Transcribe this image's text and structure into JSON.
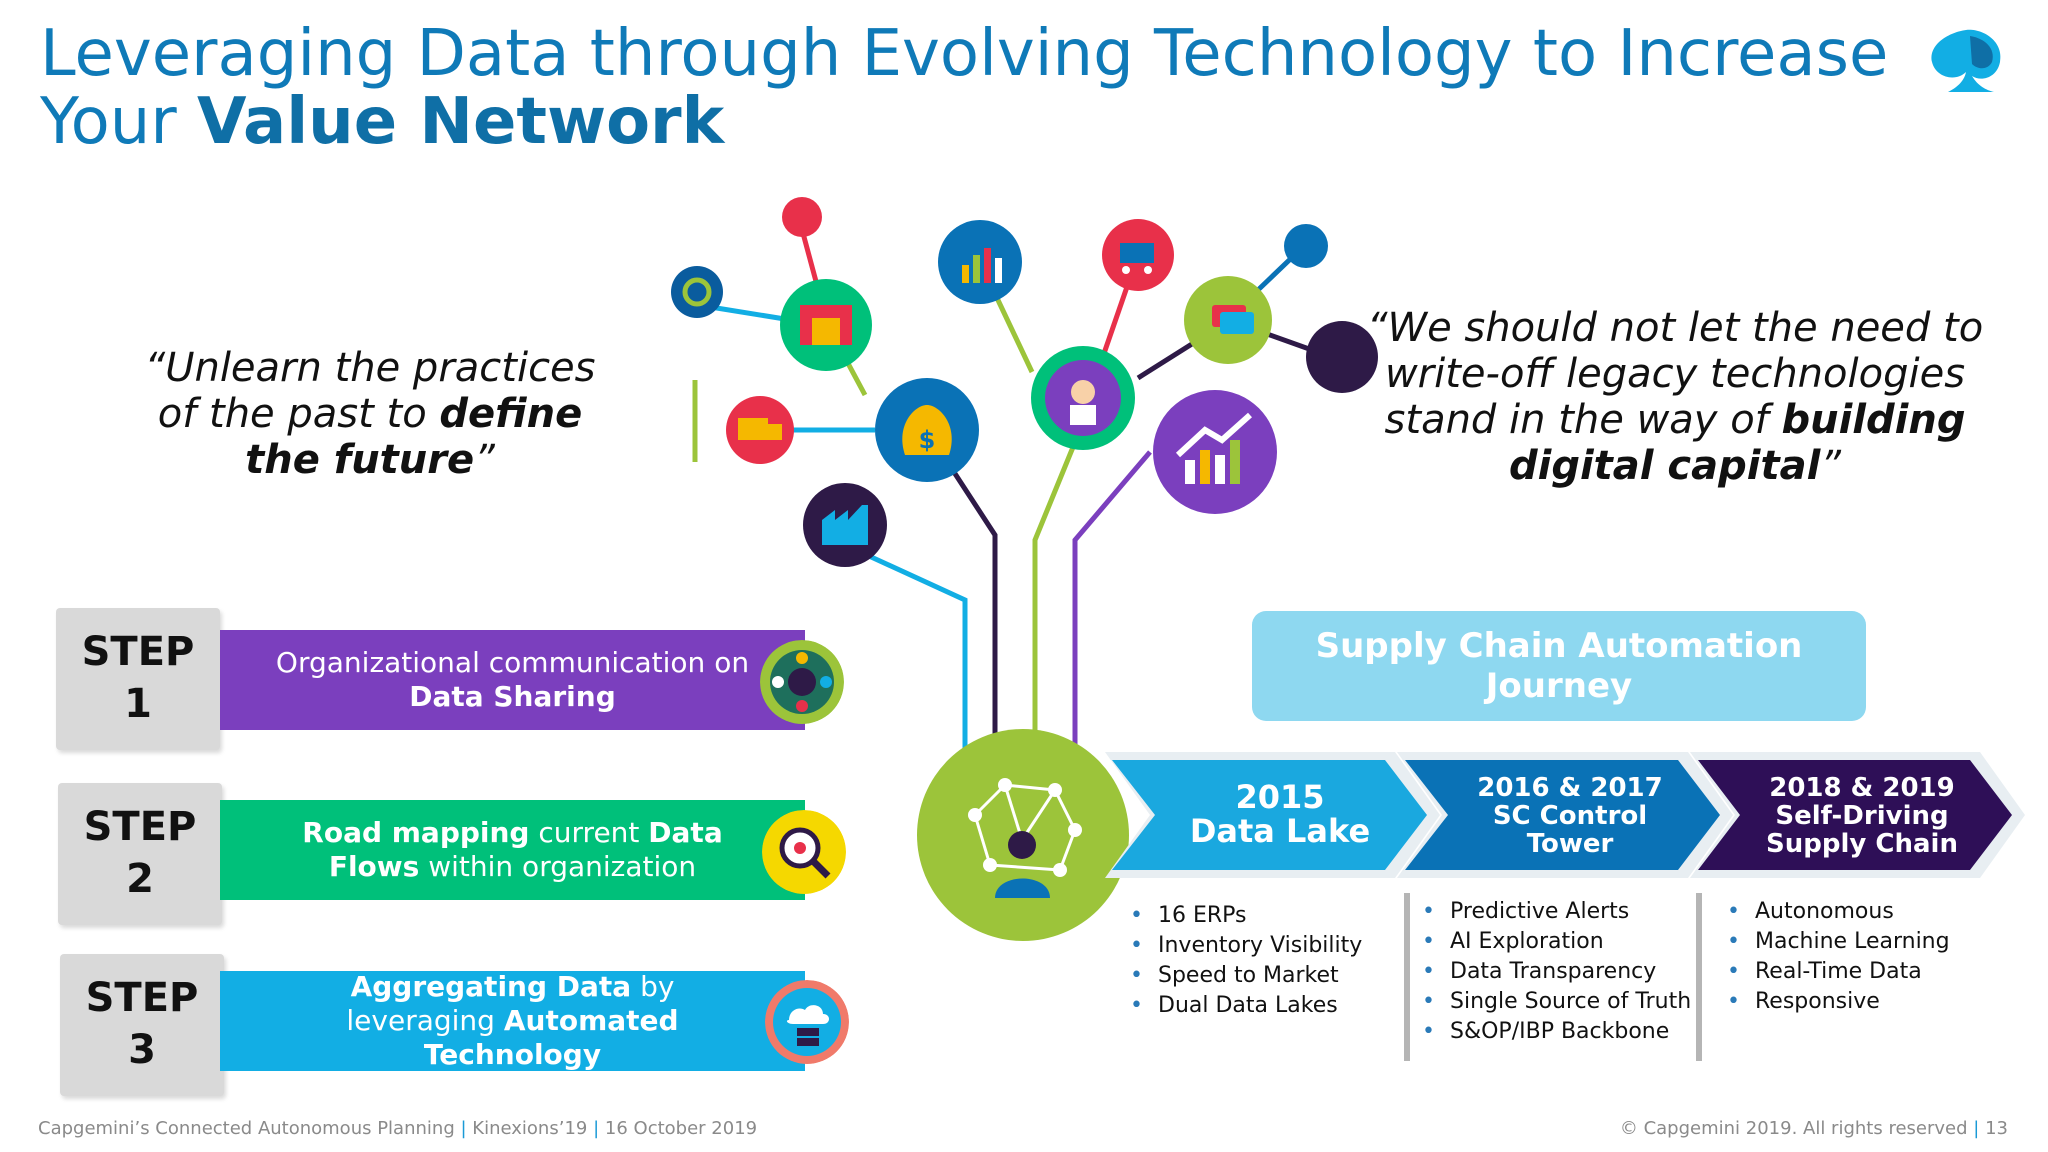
{
  "title": {
    "line1": "Leveraging Data through Evolving Technology to Increase",
    "line2_plain": "Your ",
    "line2_bold": "Value Network"
  },
  "quote_left": {
    "part1": "“Unlearn the practices of the past to ",
    "bold": "define the future",
    "end": "”"
  },
  "quote_right": {
    "part1": "“We should not let the need to write-off legacy technologies stand in the way of ",
    "bold": "building digital capital",
    "end": "”"
  },
  "steps": [
    {
      "label": "STEP",
      "num": "1"
    },
    {
      "label": "STEP",
      "num": "2"
    },
    {
      "label": "STEP",
      "num": "3"
    }
  ],
  "bands": [
    {
      "a": "Organizational communication on ",
      "b": "Data Sharing",
      "c": "",
      "d": "",
      "e": "",
      "color": "#7b3fbe"
    },
    {
      "a": "Road mapping",
      "b": " current ",
      "c": "Data Flows",
      "d": " within organization",
      "e": "",
      "color": "#00c07a"
    },
    {
      "a": "Aggregating Data",
      "b": " by leveraging ",
      "c": "Automated Technology",
      "d": "",
      "e": "",
      "color": "#12aee4"
    }
  ],
  "journey": {
    "line1": "Supply Chain Automation",
    "line2": "Journey"
  },
  "phases": [
    {
      "line1": "2015",
      "line2": "Data Lake",
      "line3": "",
      "color": "#1aa8df",
      "bullets": [
        "16 ERPs",
        "Inventory Visibility",
        "Speed to Market",
        "Dual Data Lakes"
      ]
    },
    {
      "line1": "2016 & 2017",
      "line2": "SC Control",
      "line3": "Tower",
      "color": "#0a72b6",
      "bullets": [
        "Predictive Alerts",
        "AI Exploration",
        "Data Transparency",
        "Single Source of Truth",
        "S&OP/IBP Backbone"
      ]
    },
    {
      "line1": "2018 & 2019",
      "line2": "Self-Driving",
      "line3": "Supply Chain",
      "color": "#2e0f57",
      "bullets": [
        "Autonomous",
        "Machine Learning",
        "Real-Time Data",
        "Responsive"
      ]
    }
  ],
  "footer": {
    "left1": "Capgemini’s Connected Autonomous Planning",
    "left2": "Kinexions’19",
    "left3": "16 October 2019",
    "sep": "|",
    "right1": "© Capgemini 2019. All rights reserved",
    "right2": "13"
  },
  "icons": [
    "gear-icon",
    "warehouse-icon",
    "delivery-truck-icon",
    "money-bag-icon",
    "factory-icon",
    "bar-chart-icon",
    "shopping-cart-icon",
    "person-icon",
    "credit-card-icon",
    "growth-chart-icon",
    "network-person-icon",
    "team-meeting-icon",
    "roadmap-search-icon",
    "cloud-server-icon",
    "capgemini-spade-logo"
  ],
  "colors": {
    "title": "#0f7ab8",
    "purple": "#7b3fbe",
    "green": "#00c07a",
    "blue": "#12aee4",
    "lime": "#9cc43a"
  }
}
